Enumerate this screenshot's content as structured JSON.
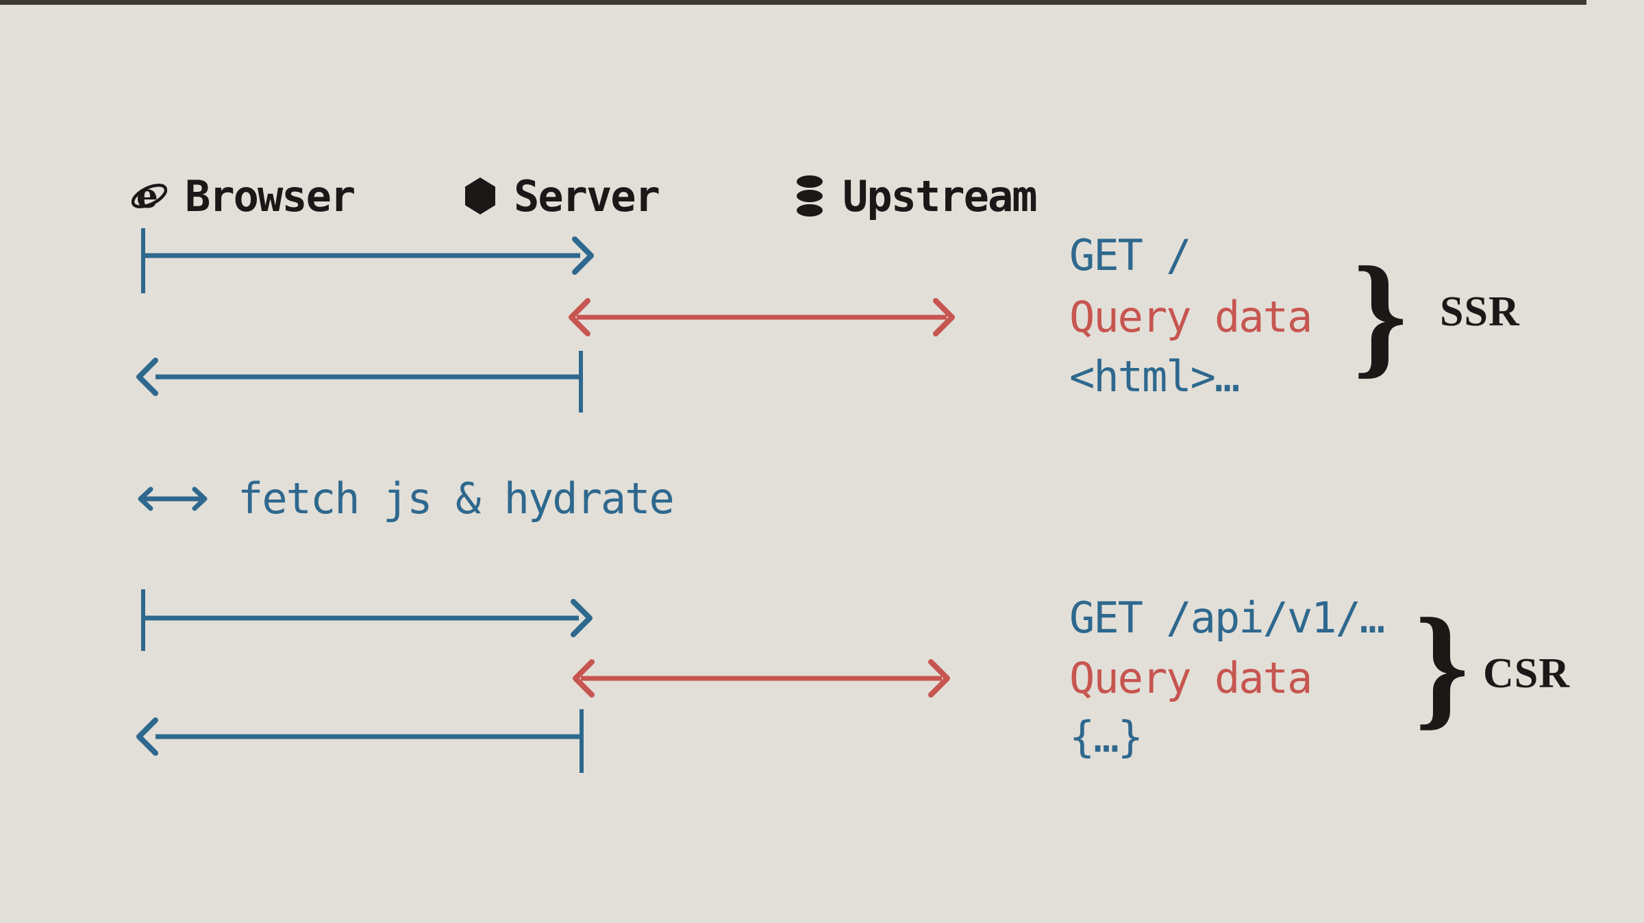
{
  "colors": {
    "paper": "#e2dfd8",
    "ink": "#1b1917",
    "blue": "#2e688e",
    "red": "#c75550",
    "bar": "#3b3a34"
  },
  "top_bar": {
    "progress_pct": 96.5
  },
  "actors": [
    {
      "icon": "browser-globe-icon",
      "label": "Browser"
    },
    {
      "icon": "server-hexagon-icon",
      "label": "Server"
    },
    {
      "icon": "upstream-database-icon",
      "label": "Upstream"
    }
  ],
  "ssr": {
    "lines": [
      {
        "text": "GET /"
      },
      {
        "text": "Query data"
      },
      {
        "text": "<html>…"
      }
    ],
    "brace": "}",
    "label": "SSR"
  },
  "hydrate_note": {
    "arrow": "↔",
    "text": "fetch js & hydrate"
  },
  "csr": {
    "lines": [
      {
        "text": "GET /api/v1/…"
      },
      {
        "text": "Query data"
      },
      {
        "text": "{…}"
      }
    ],
    "brace": "}",
    "label": "CSR"
  }
}
